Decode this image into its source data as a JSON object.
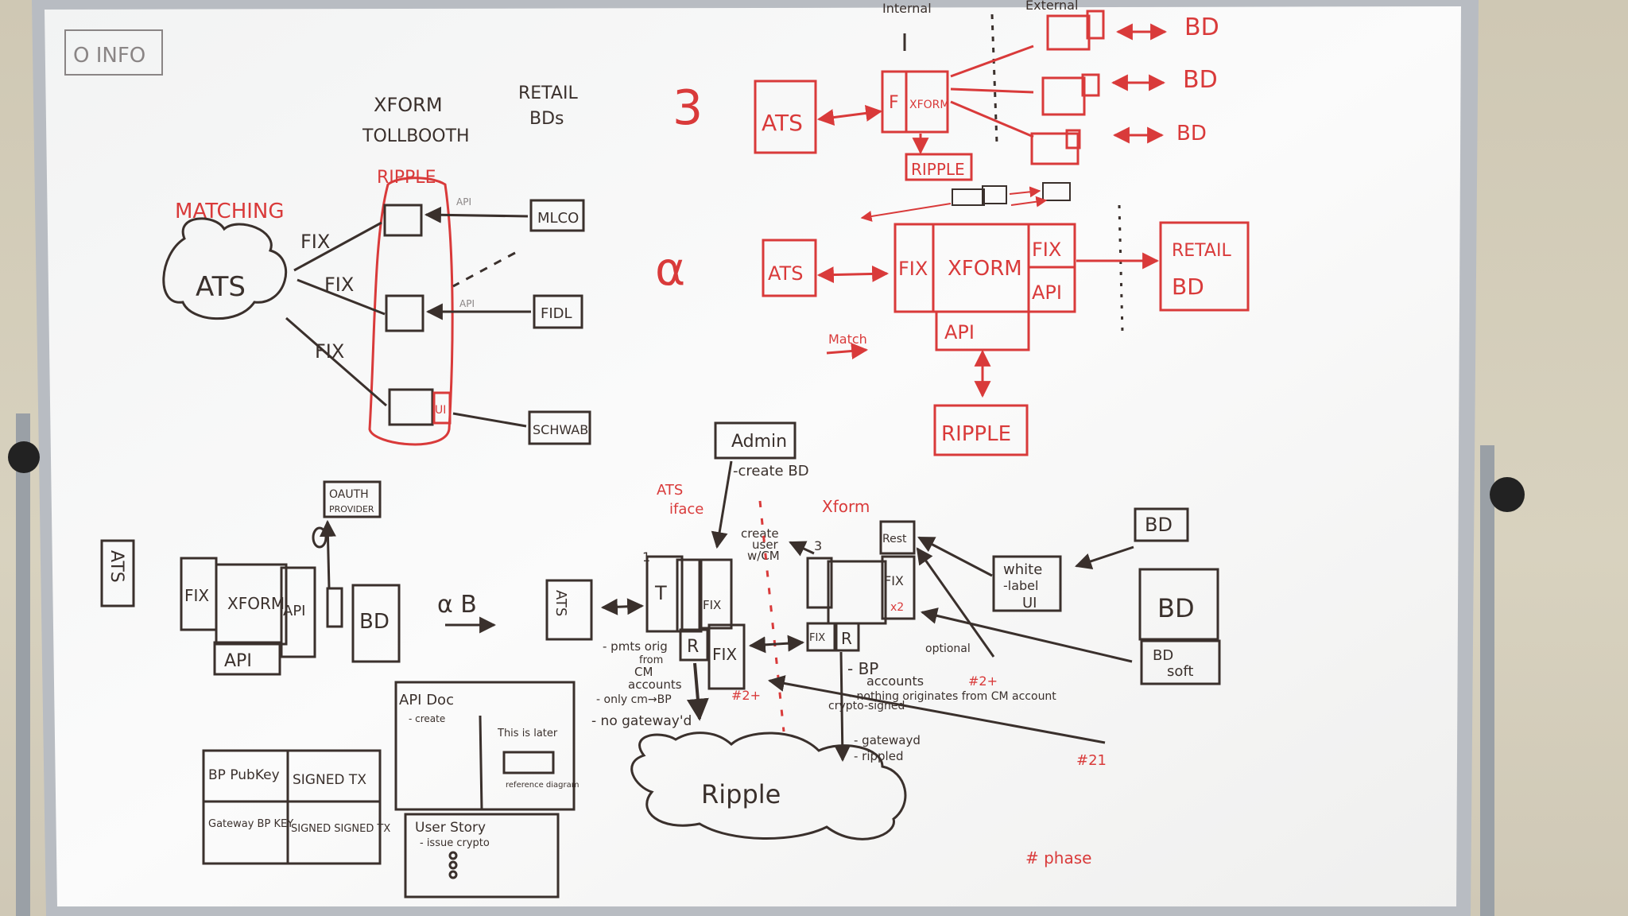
{
  "corner_label": "O INFO",
  "section1": {
    "header_xform": "XFORM",
    "header_tollbooth": "TOLLBOOTH",
    "header_retail": "RETAIL",
    "header_bds": "BDs",
    "matching_label": "MATCHING",
    "ripple_label": "RIPPLE",
    "ats": "ATS",
    "fix_labels": [
      "FIX",
      "FIX",
      "FIX"
    ],
    "retail_boxes": [
      "MLCO",
      "FIDL",
      "SCHWAB"
    ],
    "api_labels": [
      "API",
      "API"
    ],
    "ui_label": "UI"
  },
  "section3": {
    "number": "3",
    "internal_label": "Internal",
    "external_label": "External",
    "ats": "ATS",
    "xform_box_labels": [
      "F",
      "XFORM"
    ],
    "ripple": "RIPPLE",
    "bd_labels": [
      "BD",
      "BD",
      "BD"
    ]
  },
  "section_alpha": {
    "alpha": "α",
    "ats": "ATS",
    "fix_left": "FIX",
    "xform": "XFORM",
    "fix_right": "FIX",
    "api_right": "API",
    "api_bottom": "API",
    "match_label": "Match",
    "retail_bd": [
      "RETAIL",
      "BD"
    ],
    "ripple": "RIPPLE"
  },
  "section_bottom_left": {
    "ats_vertical": "ATS",
    "fix": "FIX",
    "xform": "XFORM",
    "api_right": "API",
    "api_bottom": "API",
    "oauth": [
      "OAUTH",
      "PROVIDER"
    ],
    "bd": "BD",
    "alpha_b": "α B",
    "api_doc_title": "API Doc",
    "api_doc_line1": "- create",
    "api_doc_note": "This is later",
    "api_doc_ref": "reference diagram",
    "table_cells": [
      "BP PubKey",
      "SIGNED TX",
      "Gateway BP KEY",
      "SIGNED SIGNED TX"
    ],
    "user_story_title": "User Story",
    "user_story_line": "- issue crypto"
  },
  "section_bottom_mid": {
    "admin": "Admin",
    "create_bd": "-create BD",
    "ats_iface": [
      "ATS",
      "iface"
    ],
    "xform_label": "Xform",
    "create_user": [
      "create",
      "user",
      "w/CM"
    ],
    "circled_1": "1",
    "circled_3": "3",
    "t_label": "T",
    "fix_label": "FIX",
    "r_label": "R",
    "f_label": "FIX",
    "rest_label": "Rest",
    "fix_x2": "FIX",
    "x2": "x2",
    "bottom_fix": "FIX",
    "bottom_r": "R",
    "ats_left": "ATS",
    "pmts_note": [
      "- pmts orig",
      "from",
      "CM",
      "accounts"
    ],
    "only_note": "- only cm→BP",
    "no_gateway": "- no gateway'd",
    "hash_2_left": "#2+",
    "bp_note": [
      "- BP",
      "accounts",
      "- nothing originates from CM account"
    ],
    "crypto_signed": "crypto-signed",
    "gatewayd": "- gatewayd",
    "rippled": "- rippled",
    "hash_21": "#21",
    "ripple_cloud": "Ripple"
  },
  "section_bottom_right": {
    "white_label": [
      "white",
      "-label",
      "UI"
    ],
    "bd_small": "BD",
    "bd_large": "BD",
    "bd_soft": [
      "BD",
      "soft"
    ],
    "optional": "optional",
    "hash_2_right": "#2+",
    "phase": "# phase"
  },
  "colors": {
    "board": "#fbfbfb",
    "frame": "#b8bcc2",
    "wall": "#d6cfbc",
    "marker_black": "#3a302c",
    "marker_red": "#d93a3a"
  }
}
